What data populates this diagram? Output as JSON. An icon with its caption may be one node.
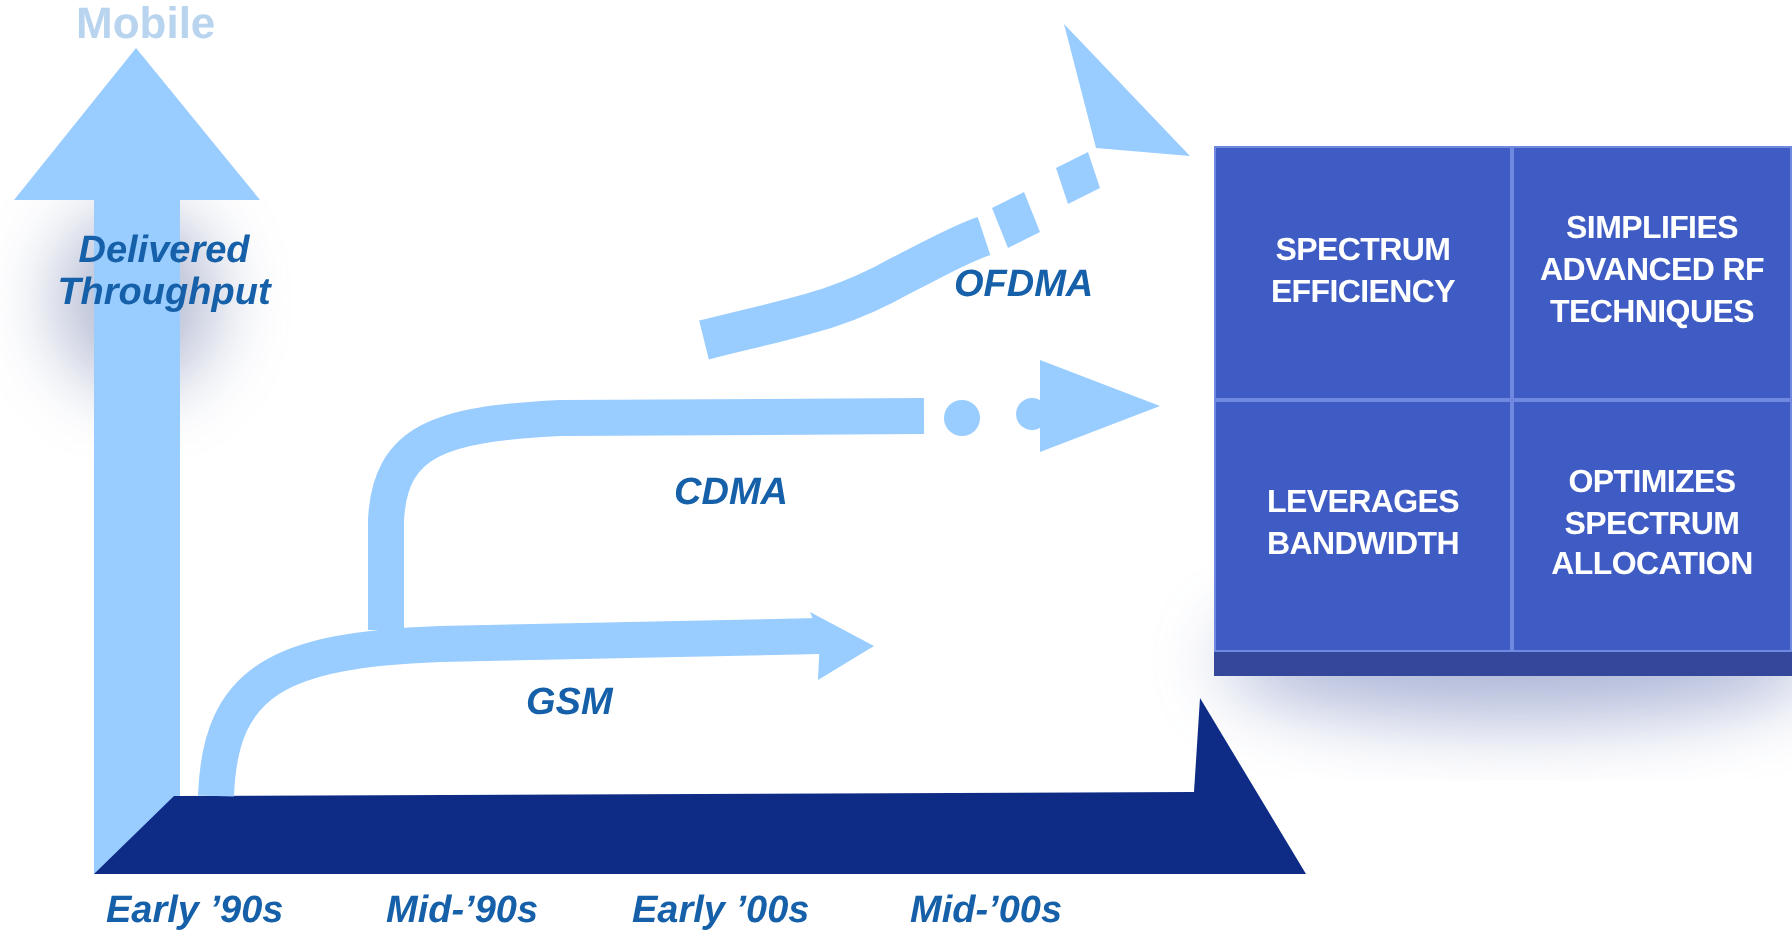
{
  "diagram": {
    "title": "Mobile",
    "nodes": [
      {
        "text": [],
        "shape": "box"
      },
      {
        "text": [
          "SPECTRUM EFFICIENCY"
        ],
        "in": 0
      },
      {
        "text": [
          "SIMPLIFIES ADVANCED RF TECHNIQUES"
        ],
        "in": 0
      },
      {
        "text": [
          "LEVERAGES BANDWIDTH"
        ],
        "in": 0
      },
      {
        "text": [
          "OPTIMIZES SPECTRUM ALLOCATION"
        ],
        "in": 0
      }
    ],
    "edges": [],
    "labels": [
      "Delivered Throughput",
      "OFDMA",
      "CDMA",
      "GSM",
      "Early ’90s",
      "Mid-’90s",
      "Early ’00s",
      "Mid-’00s"
    ]
  }
}
